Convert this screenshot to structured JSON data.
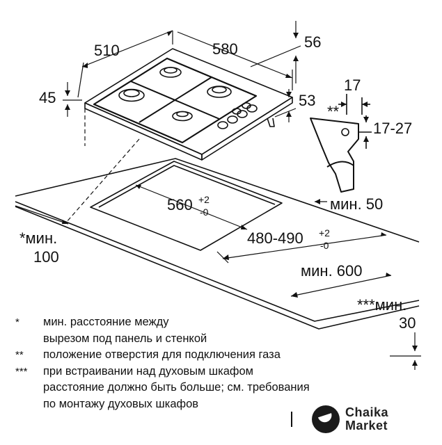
{
  "dimensions": {
    "width_510": "510",
    "depth_580": "580",
    "d56": "56",
    "d45": "45",
    "d53": "53",
    "d17": "17",
    "d17_27": "17-27",
    "cutout_560_base": "560",
    "cutout_560_tol_upper": "+2",
    "cutout_560_tol_lower": "-0",
    "cutout_480_base": "480-490",
    "cutout_480_tol_upper": "+2",
    "cutout_480_tol_lower": "-0",
    "min_50": "мин. 50",
    "min_600": "мин. 600",
    "min_100_line1": "*мин.",
    "min_100_line2": "100",
    "min_30_line1": "***мин.",
    "min_30_line2": "30",
    "gas_mark": "**"
  },
  "notes": [
    {
      "mark": "*",
      "lines": [
        "мин. расстояние между",
        "вырезом под панель и стенкой"
      ]
    },
    {
      "mark": "**",
      "lines": [
        "положение отверстия для подключения газа"
      ]
    },
    {
      "mark": "***",
      "lines": [
        "при встраивании над духовым шкафом",
        "расстояние должно быть больше; см. требования",
        "по монтажу духовых шкафов"
      ]
    }
  ],
  "logo": {
    "line1": "Chaika",
    "line2": "Market"
  },
  "colors": {
    "ink": "#111111",
    "background": "#ffffff"
  }
}
